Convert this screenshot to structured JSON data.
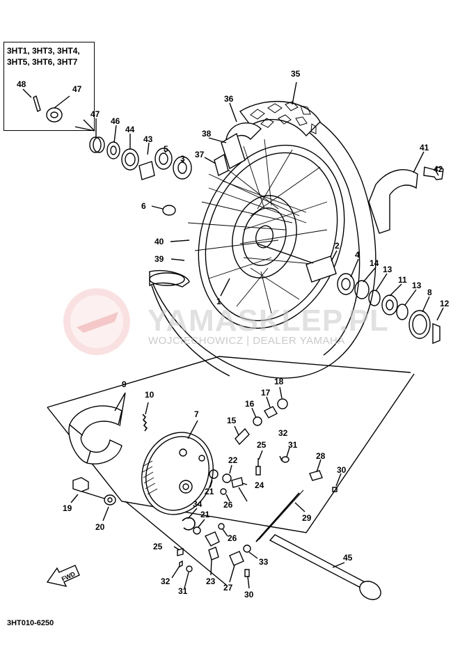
{
  "legend": {
    "line1": "3HT1, 3HT3, 3HT4,",
    "line2": "3HT5, 3HT6, 3HT7"
  },
  "watermark": {
    "brand": "YAMASKLEP.PL",
    "dealer": "WOJCIECHOWICZ | DEALER YAMAHA"
  },
  "diagram_code": "3HT010-6250",
  "fwd_label": "FWD",
  "callouts": [
    {
      "id": "48",
      "text": "48"
    },
    {
      "id": "47a",
      "text": "47"
    },
    {
      "id": "47b",
      "text": "47"
    },
    {
      "id": "46",
      "text": "46"
    },
    {
      "id": "44",
      "text": "44"
    },
    {
      "id": "43",
      "text": "43"
    },
    {
      "id": "5",
      "text": "5"
    },
    {
      "id": "3",
      "text": "3"
    },
    {
      "id": "38",
      "text": "38"
    },
    {
      "id": "37",
      "text": "37"
    },
    {
      "id": "36",
      "text": "36"
    },
    {
      "id": "35",
      "text": "35"
    },
    {
      "id": "41",
      "text": "41"
    },
    {
      "id": "42",
      "text": "42"
    },
    {
      "id": "6",
      "text": "6"
    },
    {
      "id": "40",
      "text": "40"
    },
    {
      "id": "39",
      "text": "39"
    },
    {
      "id": "2",
      "text": "2"
    },
    {
      "id": "4",
      "text": "4"
    },
    {
      "id": "14",
      "text": "14"
    },
    {
      "id": "13a",
      "text": "13"
    },
    {
      "id": "11",
      "text": "11"
    },
    {
      "id": "13b",
      "text": "13"
    },
    {
      "id": "8",
      "text": "8"
    },
    {
      "id": "12",
      "text": "12"
    },
    {
      "id": "1",
      "text": "1"
    },
    {
      "id": "9",
      "text": "9"
    },
    {
      "id": "10",
      "text": "10"
    },
    {
      "id": "7",
      "text": "7"
    },
    {
      "id": "18",
      "text": "18"
    },
    {
      "id": "17",
      "text": "17"
    },
    {
      "id": "16",
      "text": "16"
    },
    {
      "id": "15",
      "text": "15"
    },
    {
      "id": "32a",
      "text": "32"
    },
    {
      "id": "31a",
      "text": "31"
    },
    {
      "id": "25a",
      "text": "25"
    },
    {
      "id": "28",
      "text": "28"
    },
    {
      "id": "22",
      "text": "22"
    },
    {
      "id": "21a",
      "text": "21"
    },
    {
      "id": "24",
      "text": "24"
    },
    {
      "id": "26a",
      "text": "26"
    },
    {
      "id": "30a",
      "text": "30"
    },
    {
      "id": "19",
      "text": "19"
    },
    {
      "id": "20",
      "text": "20"
    },
    {
      "id": "34",
      "text": "34"
    },
    {
      "id": "21b",
      "text": "21"
    },
    {
      "id": "29",
      "text": "29"
    },
    {
      "id": "26b",
      "text": "26"
    },
    {
      "id": "25b",
      "text": "25"
    },
    {
      "id": "33",
      "text": "33"
    },
    {
      "id": "45",
      "text": "45"
    },
    {
      "id": "23",
      "text": "23"
    },
    {
      "id": "27",
      "text": "27"
    },
    {
      "id": "32b",
      "text": "32"
    },
    {
      "id": "31b",
      "text": "31"
    },
    {
      "id": "30b",
      "text": "30"
    }
  ]
}
